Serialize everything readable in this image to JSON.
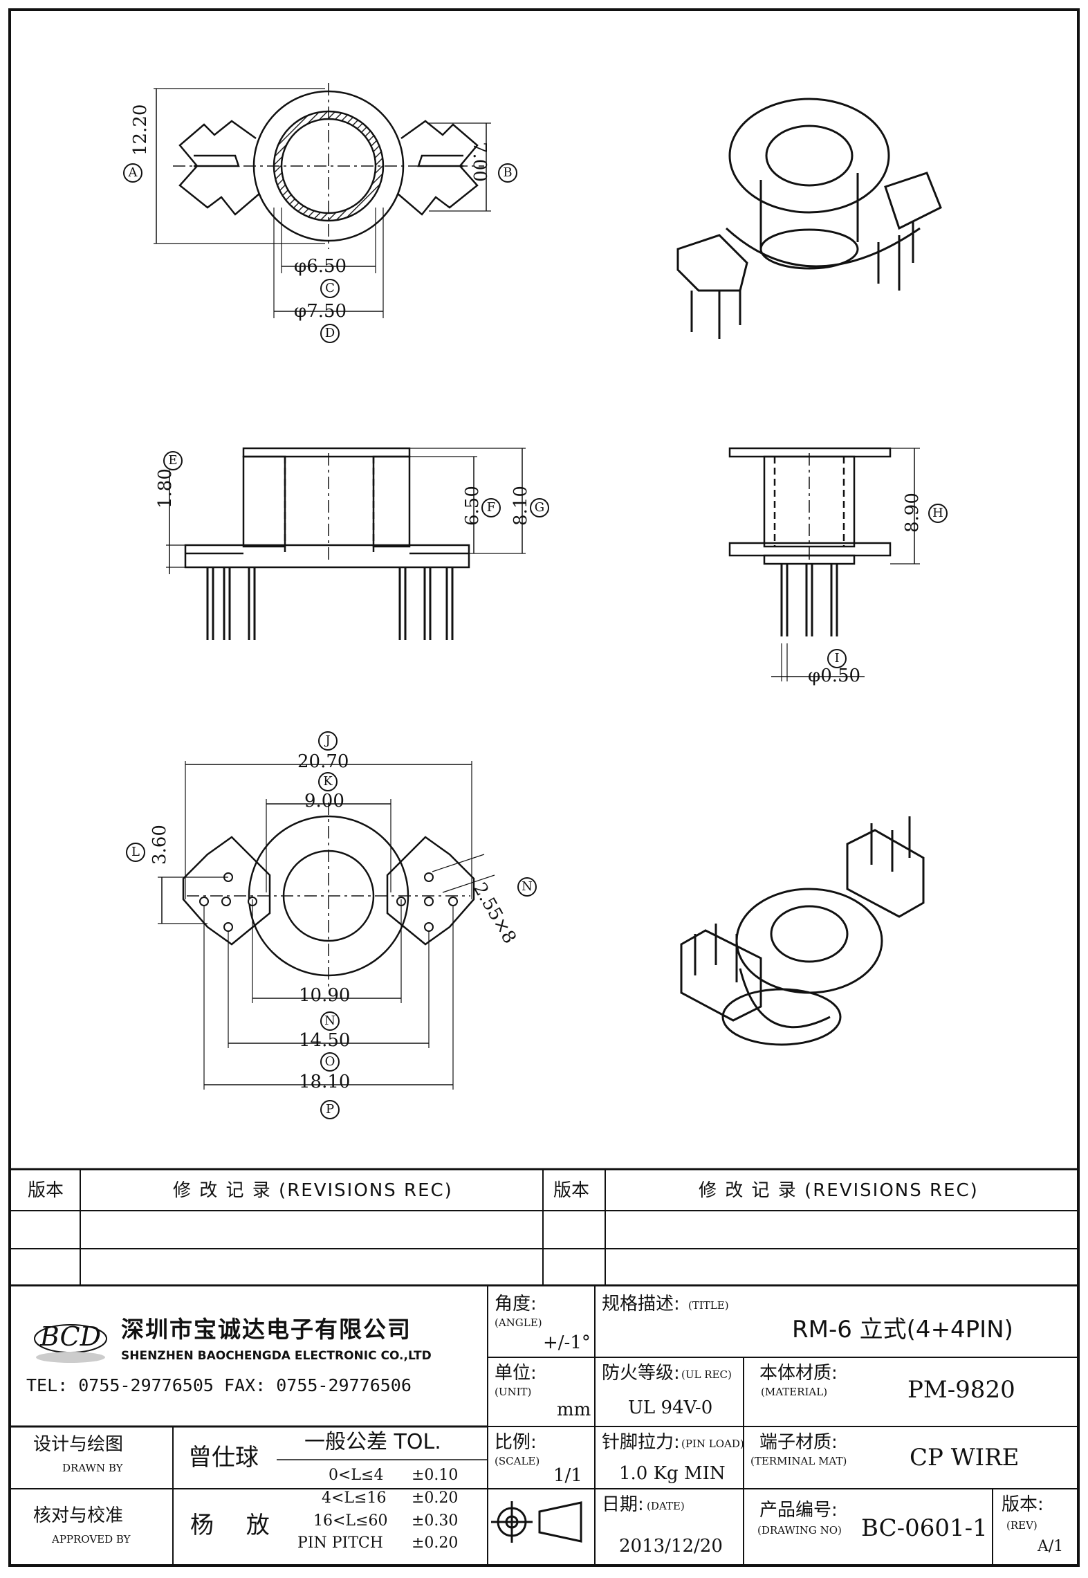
{
  "dims": {
    "A": "12.20",
    "B": "7.00",
    "C": "φ6.50",
    "D": "φ7.50",
    "E": "1.80",
    "F": "6.50",
    "G": "8.10",
    "H": "8.90",
    "I": "φ0.50",
    "J": "20.70",
    "K": "9.00",
    "L": "3.60",
    "M": "2.55×8",
    "N": "10.90",
    "O": "14.50",
    "P": "18.10"
  },
  "dim_letters": [
    "A",
    "B",
    "C",
    "D",
    "E",
    "F",
    "G",
    "H",
    "I",
    "J",
    "K",
    "L",
    "N",
    "N",
    "O",
    "P"
  ],
  "revisions": {
    "col_version": "版本",
    "col_records": "修 改 记 录 (REVISIONS REC)",
    "col_version2": "版本",
    "col_records2": "修 改 记 录 (REVISIONS REC)"
  },
  "company": {
    "logo": "BCD",
    "name_cn": "深圳市宝诚达电子有限公司",
    "name_en": "SHENZHEN BAOCHENGDA ELECTRONIC CO.,LTD",
    "tel_fax": "TEL: 0755-29776505  FAX: 0755-29776506"
  },
  "title_block": {
    "angle_cn": "角度:",
    "angle_en": "(ANGLE)",
    "angle_val": "+/-1°",
    "title_cn": "规格描述:",
    "title_en": "(TITLE)",
    "title_val": "RM-6 立式(4+4PIN)",
    "unit_cn": "单位:",
    "unit_en": "(UNIT)",
    "unit_val": "mm",
    "ul_cn": "防火等级:",
    "ul_en": "(UL REC)",
    "ul_val": "UL 94V-0",
    "mat_cn": "本体材质:",
    "mat_en": "(MATERIAL)",
    "mat_val": "PM-9820",
    "drawn_cn": "设计与绘图",
    "drawn_en": "DRAWN BY",
    "drawn_val": "曾仕球",
    "tol_title": "一般公差 TOL.",
    "tol_rows": [
      {
        "range": "0<L≤4",
        "val": "±0.10"
      },
      {
        "range": "4<L≤16",
        "val": "±0.20"
      },
      {
        "range": "16<L≤60",
        "val": "±0.30"
      },
      {
        "range": "PIN PITCH",
        "val": "±0.20"
      }
    ],
    "scale_cn": "比例:",
    "scale_en": "(SCALE)",
    "scale_val": "1/1",
    "pin_cn": "针脚拉力:",
    "pin_en": "(PIN LOAD)",
    "pin_val": "1.0 Kg MIN",
    "term_cn": "端子材质:",
    "term_en": "(TERMINAL MAT)",
    "term_val": "CP WIRE",
    "approved_cn": "核对与校准",
    "approved_en": "APPROVED BY",
    "approved_val": "杨 放",
    "date_cn": "日期:",
    "date_en": "(DATE)",
    "date_val": "2013/12/20",
    "dwg_cn": "产品编号:",
    "dwg_en": "(DRAWING NO)",
    "dwg_val": "BC-0601-1",
    "rev_cn": "版本:",
    "rev_en": "(REV)",
    "rev_val": "A/1"
  },
  "colors": {
    "ink": "#111111",
    "hatch": "#222222",
    "watermark": "#e6e6e6"
  }
}
